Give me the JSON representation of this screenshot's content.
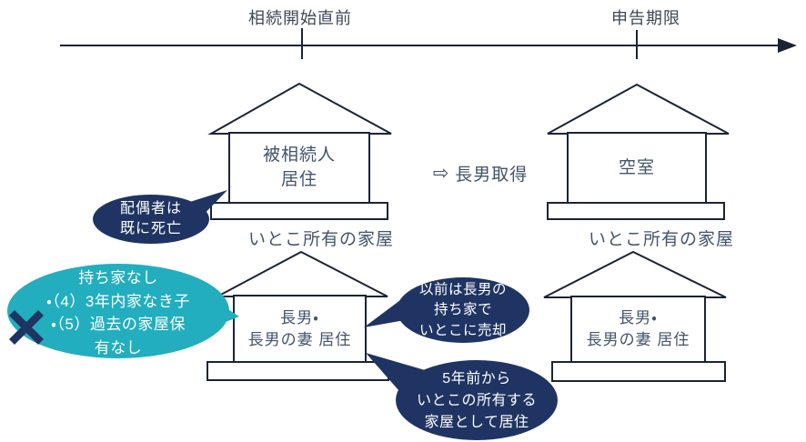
{
  "colors": {
    "navy": "#1F3462",
    "teal": "#22AEBE",
    "outline": "#1B2335",
    "text": "#44546A"
  },
  "timeline": {
    "start_label": "相続開始直前",
    "end_label": "申告期限"
  },
  "transfer": {
    "arrow_icon": "⇨",
    "label": "長男取得"
  },
  "houses": [
    {
      "id": "top-left",
      "lines": [
        "被相続人",
        "居住"
      ],
      "caption": "いとこ所有の家屋"
    },
    {
      "id": "top-right",
      "lines": [
        "空室"
      ],
      "caption": "いとこ所有の家屋"
    },
    {
      "id": "bottom-left",
      "lines": [
        "長男・",
        "長男の妻 居住"
      ]
    },
    {
      "id": "bottom-right",
      "lines": [
        "長男・",
        "長男の妻 居住"
      ]
    }
  ],
  "bubbles": {
    "spouse": {
      "lines": [
        "配偶者は",
        "既に死亡"
      ]
    },
    "conditions": {
      "lines": [
        "持ち家なし",
        "・（4）3年内家なき子",
        "・（5）過去の家屋保",
        "有なし"
      ]
    },
    "previous": {
      "lines": [
        "以前は長男の",
        "持ち家で",
        "いとこに売却"
      ]
    },
    "residence": {
      "lines": [
        "5年前から",
        "いとこの所有する",
        "家屋として居住"
      ]
    }
  }
}
